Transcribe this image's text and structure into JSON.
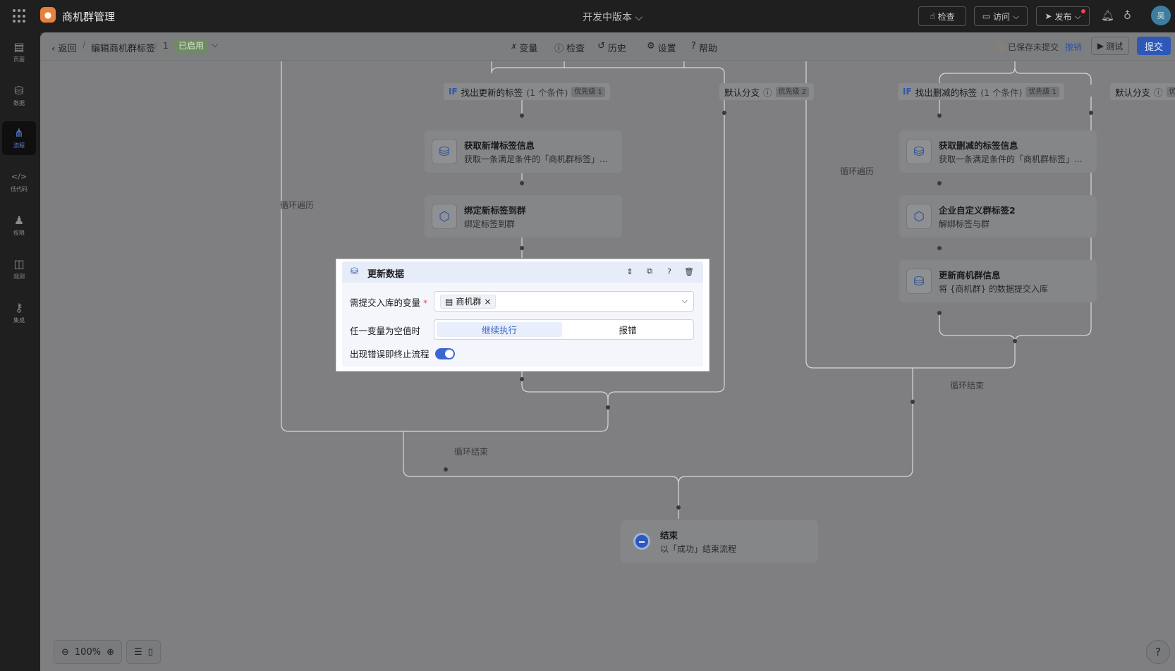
{
  "app": {
    "name": "商机群管理",
    "version_label": "开发中版本 ⌵"
  },
  "topbar": {
    "check_label": "检查",
    "visit_label": "访问",
    "publish_label": "发布",
    "avatar_text": "吴"
  },
  "sidenav": [
    {
      "label": "页面",
      "icon": "page-icon",
      "glyph": "▤",
      "active": false
    },
    {
      "label": "数据",
      "icon": "database-icon",
      "glyph": "⛁",
      "active": false
    },
    {
      "label": "流程",
      "icon": "flow-icon",
      "glyph": "⋔",
      "active": true
    },
    {
      "label": "低代码",
      "icon": "code-icon",
      "glyph": "</>",
      "active": false
    },
    {
      "label": "权限",
      "icon": "users-icon",
      "glyph": "♟",
      "active": false
    },
    {
      "label": "观测",
      "icon": "monitor-icon",
      "glyph": "◫",
      "active": false
    },
    {
      "label": "集成",
      "icon": "key-icon",
      "glyph": "⚷",
      "active": false
    }
  ],
  "subbar": {
    "back_label": "返回",
    "flow_title": "编辑商机群标签",
    "version_num": "1",
    "status_tag": "已启用",
    "menu": [
      {
        "glyph": "𝑥",
        "label": "变量"
      },
      {
        "glyph": "ⓘ",
        "label": "检查"
      },
      {
        "glyph": "↺",
        "label": "历史"
      },
      {
        "glyph": "⚙",
        "label": "设置"
      },
      {
        "glyph": "?",
        "label": "帮助"
      }
    ],
    "saved_text": "已保存未提交",
    "undo_label": "撤销",
    "test_label": "测试",
    "submit_label": "提交"
  },
  "canvas": {
    "conditions": [
      {
        "title": "找出更新的标签",
        "detail": "(1 个条件)",
        "priority": "优先级 1",
        "is_if": true
      },
      {
        "title": "默认分支",
        "detail": "",
        "priority": "优先级 2",
        "is_if": false
      },
      {
        "title": "找出删减的标签",
        "detail": "(1 个条件)",
        "priority": "优先级 1",
        "is_if": true
      },
      {
        "title": "默认分支",
        "detail": "",
        "priority": "优",
        "is_if": false
      }
    ],
    "nodes": [
      {
        "title": "获取新增标签信息",
        "desc": "获取一条满足条件的「商机群标签」...",
        "icon": "database-search-icon"
      },
      {
        "title": "绑定新标签到群",
        "desc": "绑定标签到群",
        "icon": "plugin-icon"
      },
      {
        "title": "获取删减的标签信息",
        "desc": "获取一条满足条件的「商机群标签」...",
        "icon": "database-search-icon"
      },
      {
        "title": "企业自定义群标签2",
        "desc": "解绑标签与群",
        "icon": "plugin-icon"
      },
      {
        "title": "更新商机群信息",
        "desc": "将 {商机群} 的数据提交入库",
        "icon": "database-update-icon"
      }
    ],
    "loop_labels": [
      "循环遍历",
      "循环遍历",
      "循环结束",
      "循环结束"
    ],
    "end_node": {
      "title": "结束",
      "desc": "以「成功」结束流程"
    }
  },
  "modal": {
    "title": "更新数据",
    "variable_label": "需提交入库的变量",
    "chip_label": "商机群",
    "null_label": "任一变量为空值时",
    "opt_continue": "继续执行",
    "opt_error": "报错",
    "stop_label": "出现错误即终止流程",
    "stop_on_error": true
  },
  "tools": {
    "zoom": "100%"
  },
  "colors": {
    "accent": "#2e58b8",
    "enabled_tag": "#6f8a67",
    "modal_header": "#e6ecf8"
  }
}
